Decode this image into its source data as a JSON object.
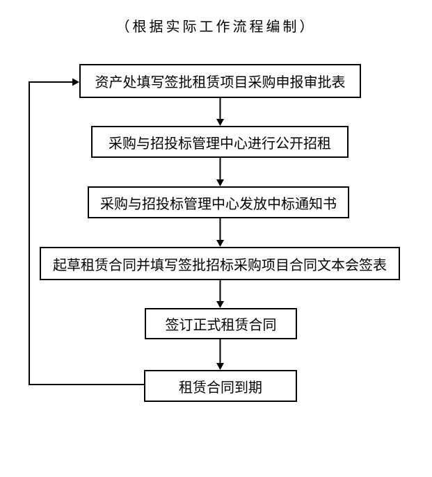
{
  "title": "（根据实际工作流程编制）",
  "flowchart": {
    "nodes": [
      {
        "id": "n1",
        "label": "资产处填写签批租赁项目采购申报审批表"
      },
      {
        "id": "n2",
        "label": "采购与招投标管理中心进行公开招租"
      },
      {
        "id": "n3",
        "label": "采购与招投标管理中心发放中标通知书"
      },
      {
        "id": "n4",
        "label": "起草租赁合同并填写签批招标采购项目合同文本会签表"
      },
      {
        "id": "n5",
        "label": "签订正式租赁合同"
      },
      {
        "id": "n6",
        "label": "租赁合同到期"
      }
    ],
    "edges": [
      {
        "from": "n1",
        "to": "n2",
        "type": "arrow-down"
      },
      {
        "from": "n2",
        "to": "n3",
        "type": "arrow-down"
      },
      {
        "from": "n3",
        "to": "n4",
        "type": "arrow-down"
      },
      {
        "from": "n4",
        "to": "n5",
        "type": "arrow-down"
      },
      {
        "from": "n5",
        "to": "n6",
        "type": "arrow-down"
      },
      {
        "from": "n6",
        "to": "n1",
        "type": "loop-back-left"
      }
    ]
  },
  "colors": {
    "line": "#000000",
    "text": "#000000",
    "background": "#ffffff"
  }
}
